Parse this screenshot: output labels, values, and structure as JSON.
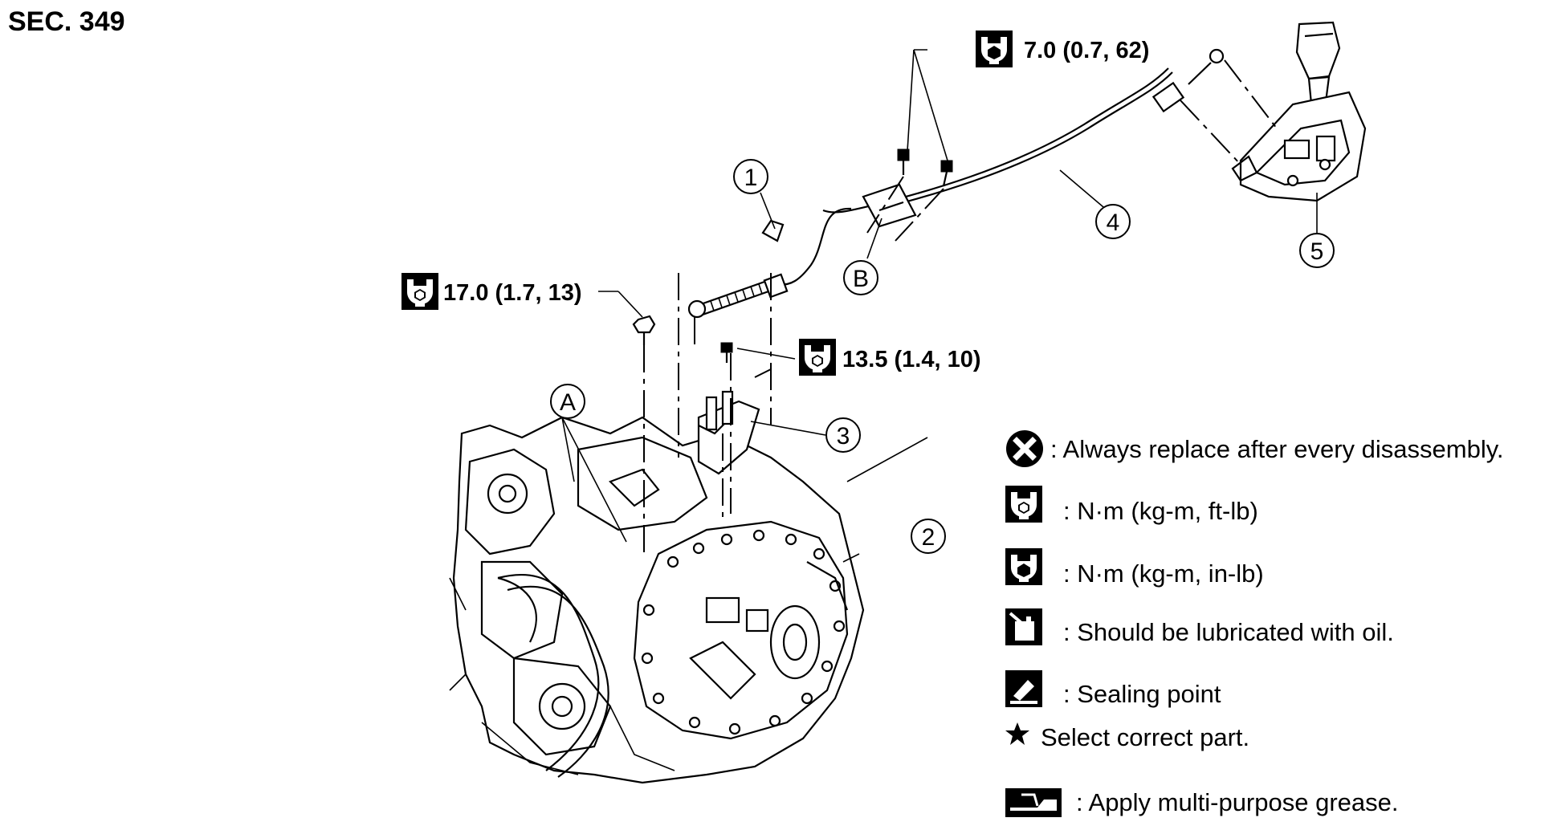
{
  "header": {
    "section": "SEC. 349"
  },
  "torque_specs": [
    {
      "id": "t1",
      "value": "7.0 (0.7, 62)",
      "icon": "torque-wrench-in-lb-icon"
    },
    {
      "id": "t2",
      "value": "17.0 (1.7, 13)",
      "icon": "torque-wrench-ft-lb-icon"
    },
    {
      "id": "t3",
      "value": "13.5 (1.4, 10)",
      "icon": "torque-wrench-ft-lb-icon"
    }
  ],
  "callouts": {
    "numbers": [
      "1",
      "2",
      "3",
      "4",
      "5"
    ],
    "letters": [
      "A",
      "B"
    ]
  },
  "legend": [
    {
      "icon": "replace-x-icon",
      "text": ": Always replace after every disassembly."
    },
    {
      "icon": "torque-wrench-ft-lb-icon",
      "text": ": N·m (kg-m, ft-lb)"
    },
    {
      "icon": "torque-wrench-in-lb-icon",
      "text": ": N·m (kg-m, in-lb)"
    },
    {
      "icon": "oil-can-icon",
      "text": ": Should be lubricated with oil."
    },
    {
      "icon": "sealing-point-icon",
      "text": ": Sealing point"
    },
    {
      "icon": "star-icon",
      "text": "Select correct part."
    },
    {
      "icon": "grease-gun-icon",
      "text": ": Apply multi-purpose grease."
    }
  ]
}
